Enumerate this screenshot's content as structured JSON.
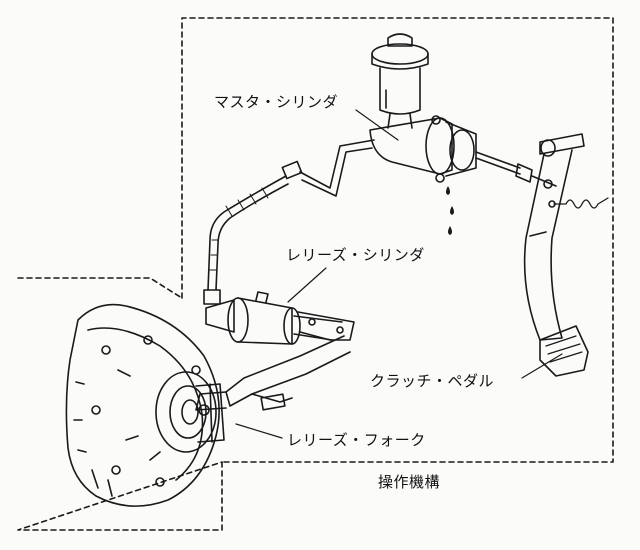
{
  "labels": {
    "master_cylinder": "マスタ・シリンダ",
    "release_cylinder": "レリーズ・シリンダ",
    "clutch_pedal": "クラッチ・ペダル",
    "release_fork": "レリーズ・フォーク",
    "operating_mechanism": "操作機構"
  },
  "colors": {
    "line": "#1a1a1a",
    "background": "#fbfbfa"
  }
}
